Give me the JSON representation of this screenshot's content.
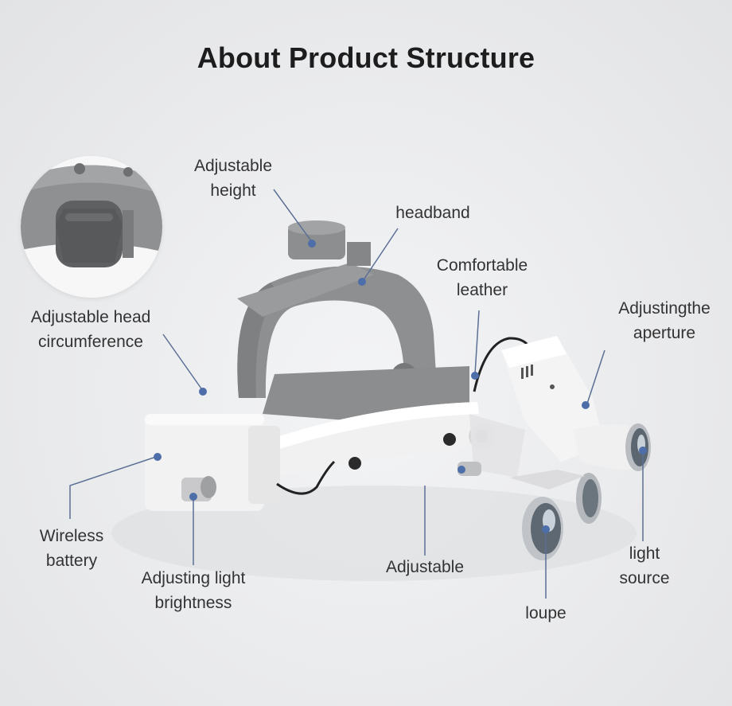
{
  "title": "About Product Structure",
  "labels": {
    "adjustable_height": [
      "Adjustable",
      "height"
    ],
    "headband": "headband",
    "comfortable_leather": [
      "Comfortable",
      "leather"
    ],
    "adjusting_aperture": [
      "Adjustingthe",
      "aperture"
    ],
    "adjustable_head_circumference": [
      "Adjustable head",
      "circumference"
    ],
    "wireless_battery": [
      "Wireless",
      "battery"
    ],
    "adjusting_light_brightness": [
      "Adjusting light",
      "brightness"
    ],
    "adjustable": "Adjustable",
    "loupe": "loupe",
    "light_source": [
      "light",
      "source"
    ]
  },
  "colors": {
    "leader": "#5b6f95",
    "dot": "#4d6ea8",
    "headband_gray": "#8e8f91",
    "leather_white": "#f1f1f1"
  }
}
